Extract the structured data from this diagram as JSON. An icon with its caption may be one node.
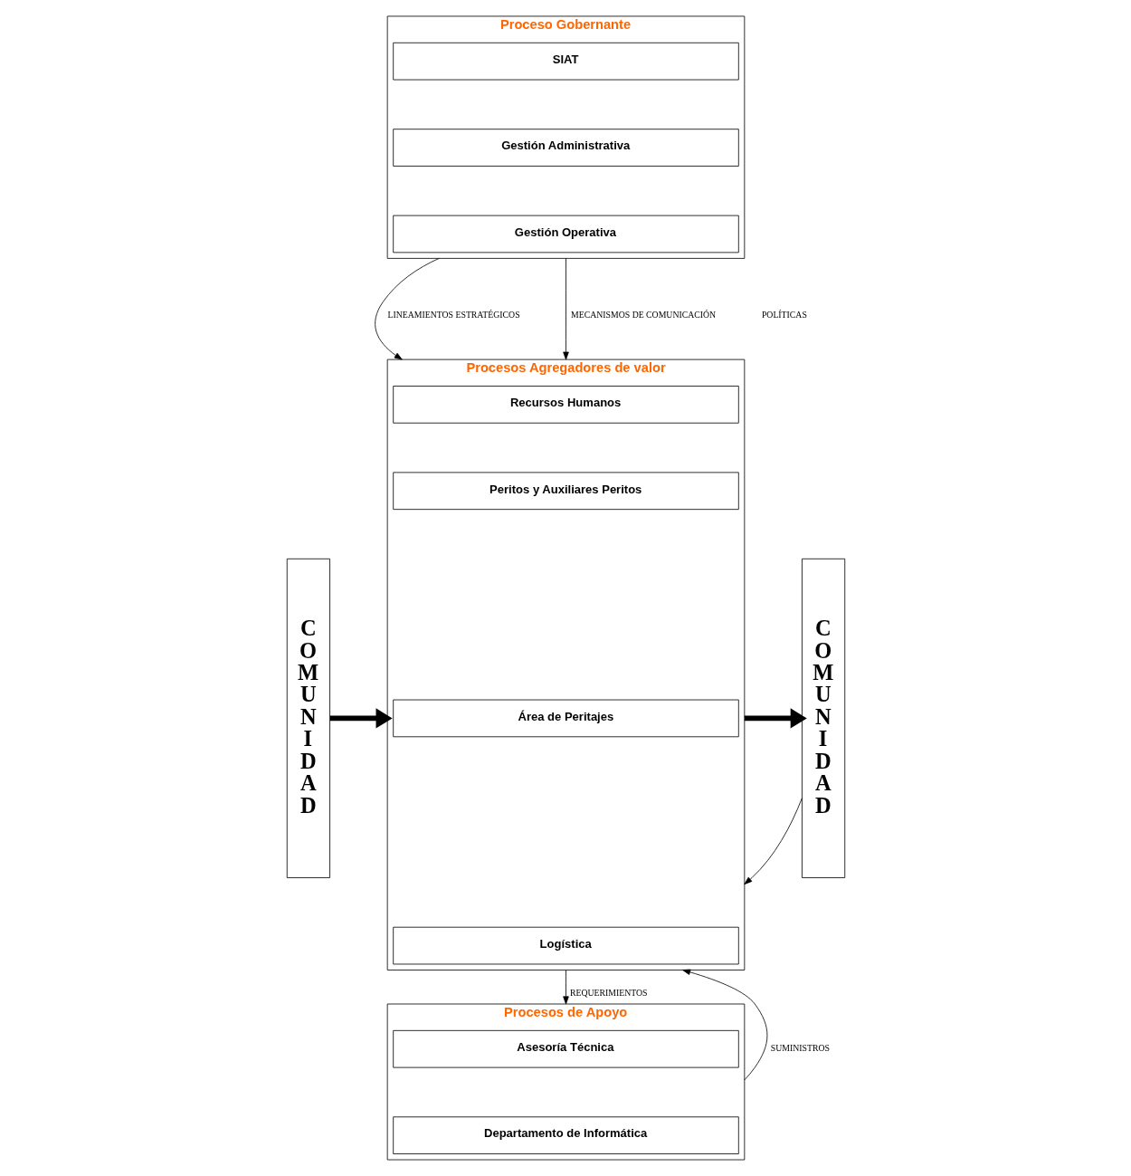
{
  "diagram": {
    "nodes": [
      {
        "text": [
          "COMUNIDAD"
        ]
      },
      {
        "text": [
          "Proceso Gobernante"
        ]
      },
      {
        "text": [
          "SIAT"
        ],
        "in": 1
      },
      {
        "text": [
          "Gestión Administrativa"
        ],
        "in": 1
      },
      {
        "text": [
          "Gestión Operativa"
        ],
        "in": 1
      },
      {
        "text": [
          "Procesos Agregadores de valor"
        ]
      },
      {
        "text": [
          "Recursos Humanos"
        ],
        "in": 5
      },
      {
        "text": [
          "Peritos y Auxiliares Peritos"
        ],
        "in": 5
      },
      {
        "text": [
          "Área de Peritajes"
        ],
        "in": 5
      },
      {
        "text": [
          "Logística"
        ],
        "in": 5
      },
      {
        "text": [
          "Procesos de Apoyo"
        ]
      },
      {
        "text": [
          "Asesoría Técnica"
        ],
        "in": 10
      },
      {
        "text": [
          "Departamento de Informática"
        ],
        "in": 10
      },
      {
        "text": [
          "COMUNIDAD"
        ]
      }
    ],
    "edges": [
      {
        "from": 1,
        "to": 5,
        "arrow": "to",
        "label": "LINEAMIENTOS ESTRATÉGICOS"
      },
      {
        "from": 1,
        "to": 5,
        "arrow": "to",
        "label": "MECANISMOS DE COMUNICACIÓN"
      },
      {
        "from": 0,
        "to": 5,
        "arrow": "to",
        "style": "thick"
      },
      {
        "from": 5,
        "to": 13,
        "arrow": "to",
        "style": "thick"
      },
      {
        "from": 13,
        "to": 5,
        "arrow": "to"
      },
      {
        "from": 5,
        "to": 10,
        "arrow": "to",
        "label": "REQUERIMIENTOS"
      },
      {
        "from": 10,
        "to": 5,
        "arrow": "to",
        "label": "SUMINISTROS"
      }
    ],
    "labels": [
      "POLÍTICAS"
    ]
  }
}
